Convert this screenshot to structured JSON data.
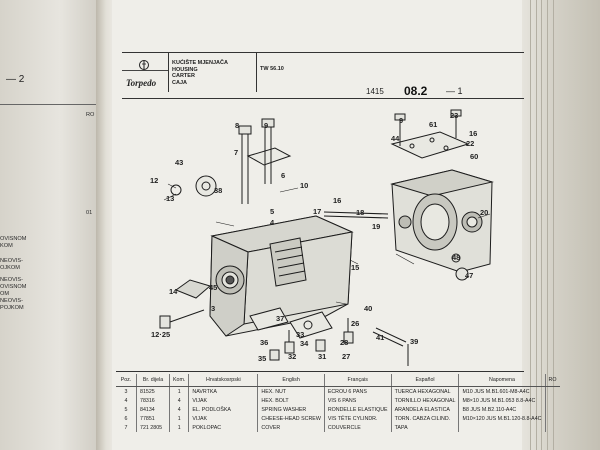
{
  "left_page": {
    "ref": "— 2",
    "small_header": "RO",
    "row_number": "01",
    "lines": [
      "OVISNOM",
      "KOM",
      "NEOVIS-",
      "OJKOM",
      "NEOVIS-",
      "OVISNOM",
      "OM",
      "NEOVIS-",
      "POJKOM"
    ]
  },
  "header": {
    "brand": "Torpedo",
    "title_lines": [
      "KUĆIŠTE MJENJAČA",
      "HOUSING",
      "CARTER",
      "CAJA"
    ],
    "model": "TW 56.10",
    "ref_left": "1415",
    "ref_main": "08.2",
    "ref_right": "— 1"
  },
  "diagram": {
    "callouts": [
      "8",
      "9",
      "7",
      "6",
      "43",
      "12",
      "13",
      "38",
      "10",
      "5",
      "4",
      "17",
      "16",
      "18",
      "19",
      "15",
      "14",
      "45",
      "3",
      "12·25",
      "37",
      "36",
      "35",
      "34",
      "33",
      "32",
      "31",
      "28",
      "27",
      "26",
      "41",
      "40",
      "39",
      "44",
      "9",
      "61",
      "23",
      "16",
      "22",
      "60",
      "20",
      "48",
      "47"
    ]
  },
  "table": {
    "columns": [
      "Poz.",
      "Br. dijela",
      "Kom.",
      "Hrvatskosrpski",
      "English",
      "Français",
      "Español",
      "Napomena",
      "RO"
    ],
    "rows": [
      [
        "3",
        "81525",
        "1",
        "NAVRTKA",
        "HEX. NUT",
        "ECROU 6 PANS",
        "TUERCA HEXAGONAL",
        "M10 JUS M.B1.601-M8-A4C",
        ""
      ],
      [
        "4",
        "78316",
        "4",
        "VIJAK",
        "HEX. BOLT",
        "VIS 6 PANS",
        "TORNILLO HEXAGONAL",
        "M8×10 JUS M.B1.053 8.8-A4C",
        ""
      ],
      [
        "5",
        "84134",
        "4",
        "EL. PODLOŠKA",
        "SPRING WASHER",
        "RONDELLE ELASTIQUE",
        "ARANDELA ELASTICA",
        "B8 JUS M.B2.110-A4C",
        ""
      ],
      [
        "6",
        "77851",
        "1",
        "VIJAK",
        "CHEESE-HEAD SCREW",
        "VIS TÊTE CYLINDR.",
        "TORN. CABZA CILIND.",
        "M10×120 JUS M.B1.120-8.8-A4C",
        ""
      ],
      [
        "7",
        "721 2805",
        "1",
        "POKLOPAC",
        "COVER",
        "COUVERCLE",
        "TAPA",
        "",
        ""
      ]
    ]
  }
}
